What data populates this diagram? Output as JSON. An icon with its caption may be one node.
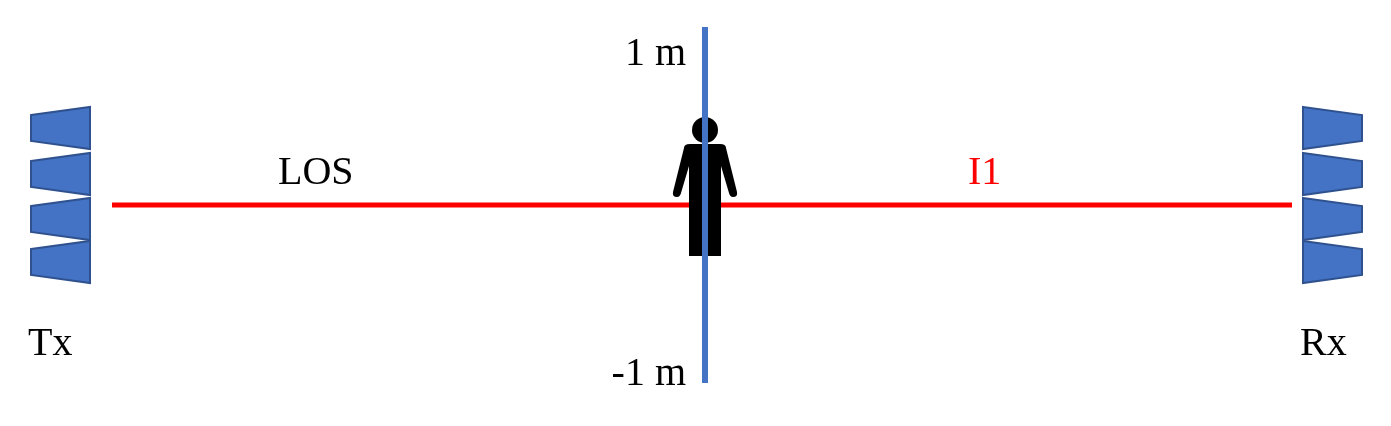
{
  "diagram": {
    "nodes": [
      {
        "text": [
          "Tx"
        ]
      },
      {
        "text": [
          "Rx"
        ]
      }
    ],
    "edges": [
      {
        "from": 0,
        "to": 1,
        "arrow": "none",
        "label": "LOS"
      }
    ],
    "labels": [
      "1 m",
      "I1",
      "-1 m"
    ]
  }
}
